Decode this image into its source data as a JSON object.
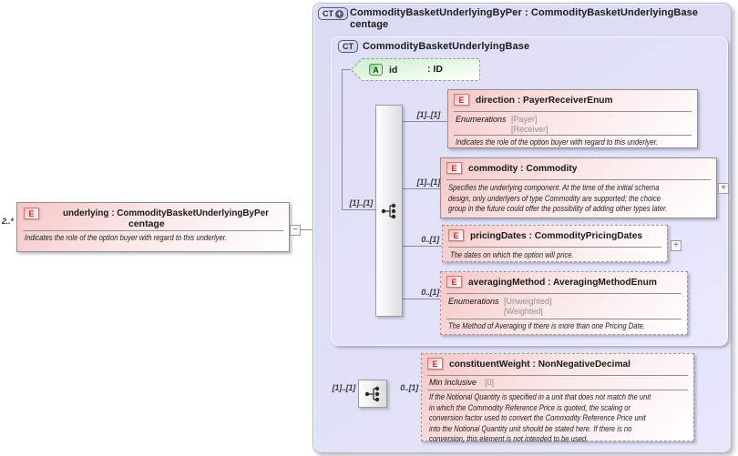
{
  "colors": {
    "panel_background": "#dedff6",
    "element_pink": "#f6c6c6",
    "attribute_green": "#cdeecd",
    "connector_line": "#8c8c8c"
  },
  "source_element": {
    "cardinality": "2..*",
    "badge": "E",
    "title_line1": "underlying : CommodityBasketUnderlyingByPer",
    "title_line2": "centage",
    "annotation": "Indicates the role of the option buyer with regard to this underlyer.",
    "collapse_button": "−"
  },
  "outer_type": {
    "badge": "CT",
    "badge_plus": "+",
    "title": "CommodityBasketUnderlyingByPer : CommodityBasketUnderlyingBase\ncentage"
  },
  "base_type": {
    "badge": "CT",
    "title": "CommodityBasketUnderlyingBase"
  },
  "attribute_id": {
    "badge": "A",
    "name": "id",
    "type": ": ID"
  },
  "compositors": {
    "inner_sequence_cardinality": "[1]..[1]",
    "outer_sequence_cardinality": "[1]..[1]"
  },
  "elements": {
    "direction": {
      "badge": "E",
      "cardinality": "[1]..[1]",
      "title": "direction : PayerReceiverEnum",
      "facet_label": "Enumerations",
      "enums": [
        "[Payer]",
        "[Receiver]"
      ],
      "annotation": "Indicates the role of the option buyer with regard to this underlyer."
    },
    "commodity": {
      "badge": "E",
      "cardinality": "[1]..[1]",
      "title": "commodity : Commodity",
      "annotation": "Specifies the underlying component. At the time of the initial schema\ndesign, only underlyers of type Commodity are supported; the choice\ngroup in the future could offer the possibility of adding other types later.",
      "expand_button": "+"
    },
    "pricingDates": {
      "badge": "E",
      "cardinality": "0..[1]",
      "title": "pricingDates : CommodityPricingDates",
      "annotation": "The dates on which the option will price.",
      "expand_button": "+"
    },
    "averagingMethod": {
      "badge": "E",
      "cardinality": "0..[1]",
      "title": "averagingMethod : AveragingMethodEnum",
      "facet_label": "Enumerations",
      "enums": [
        "[Unweighted]",
        "[Weighted]"
      ],
      "annotation": "The Method of Averaging if there is more than one Pricing Date."
    },
    "constituentWeight": {
      "badge": "E",
      "cardinality": "0..[1]",
      "title": "constituentWeight : NonNegativeDecimal",
      "facet_label": "Min Inclusive",
      "facet_value": "[0]",
      "annotation": "If the Notional Quantity is specified in a unit that does not match the unit\nin which the Commodity Reference Price is quoted, the scaling or\nconversion factor used to convert the Commodity Reference Price unit\ninto the Notional Quantity unit should be stated here. If there is no\nconversion, this element is not intended to be used."
    }
  }
}
